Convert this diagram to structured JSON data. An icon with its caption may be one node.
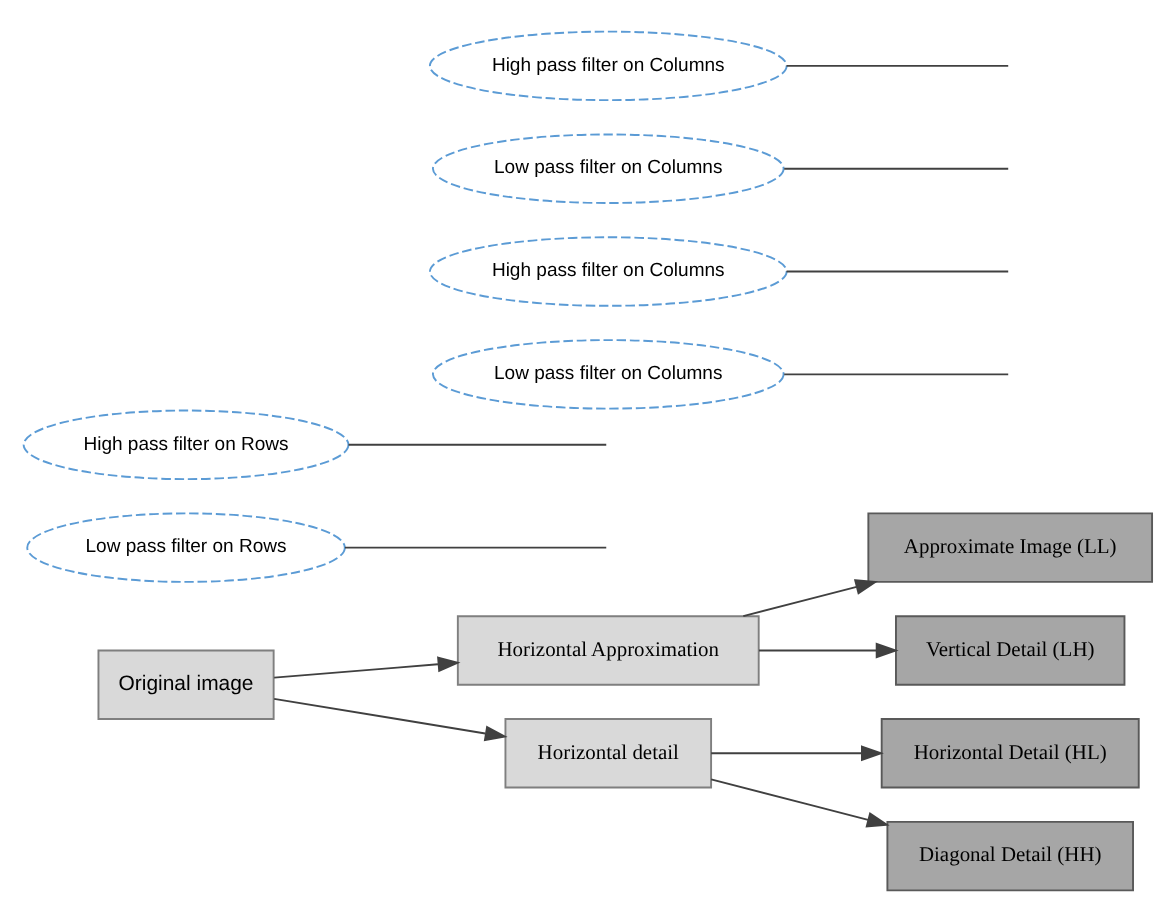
{
  "diagram": {
    "nodes": [
      {
        "text": [
          "Original image"
        ]
      },
      {
        "text": [
          "Low pass filter on Rows"
        ]
      },
      {
        "text": [
          "High pass filter on Rows"
        ]
      },
      {
        "text": [
          "Horizontal Approximation"
        ]
      },
      {
        "text": [
          "Horizontal detail"
        ]
      },
      {
        "text": [
          "Low pass filter on Columns"
        ]
      },
      {
        "text": [
          "High pass filter on Columns"
        ]
      },
      {
        "text": [
          "Approximate Image (LL)"
        ]
      },
      {
        "text": [
          "Vertical Detail (LH)"
        ]
      },
      {
        "text": [
          "Low pass filter on Columns"
        ]
      },
      {
        "text": [
          "High pass filter on Columns"
        ]
      },
      {
        "text": [
          "Horizontal Detail (HL)"
        ]
      },
      {
        "text": [
          "Diagonal Detail (HH)"
        ]
      }
    ],
    "edges": [
      {
        "from": 0,
        "to": 3,
        "arrow": "to"
      },
      {
        "from": 0,
        "to": 4,
        "arrow": "to"
      },
      {
        "from": 1,
        "to": null,
        "arrow": "none"
      },
      {
        "from": 2,
        "to": null,
        "arrow": "none"
      },
      {
        "from": 3,
        "to": 7,
        "arrow": "to"
      },
      {
        "from": 3,
        "to": 8,
        "arrow": "to"
      },
      {
        "from": 5,
        "to": null,
        "arrow": "none"
      },
      {
        "from": 6,
        "to": null,
        "arrow": "none"
      },
      {
        "from": 4,
        "to": 11,
        "arrow": "to"
      },
      {
        "from": 4,
        "to": 12,
        "arrow": "to"
      },
      {
        "from": 9,
        "to": null,
        "arrow": "none"
      },
      {
        "from": 10,
        "to": null,
        "arrow": "none"
      }
    ]
  }
}
